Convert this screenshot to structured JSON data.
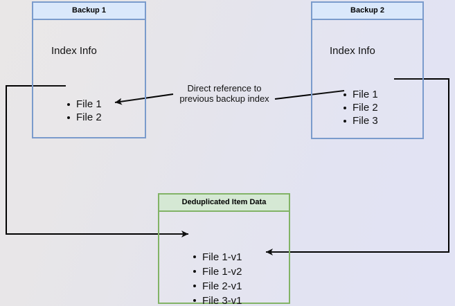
{
  "diagram": {
    "title": "Backup deduplication reference diagram",
    "colors": {
      "blue_border": "#7a9bcc",
      "blue_header_fill": "#dae8fb",
      "green_border": "#82b366",
      "green_header_fill": "#d5e8d4",
      "connector": "#000000",
      "text": "#111111"
    },
    "nodes": {
      "backup1": {
        "header": "Backup 1",
        "section_label": "Index Info",
        "items": [
          "File 1",
          "File 2"
        ]
      },
      "backup2": {
        "header": "Backup 2",
        "section_label": "Index Info",
        "items": [
          "File 1",
          "File 2",
          "File 3"
        ]
      },
      "dedup": {
        "header": "Deduplicated Item Data",
        "items": [
          "File 1-v1",
          "File 1-v2",
          "File 2-v1",
          "File 3-v1"
        ]
      }
    },
    "annotations": {
      "center_label_line1": "Direct reference to",
      "center_label_line2": "previous backup index"
    }
  }
}
